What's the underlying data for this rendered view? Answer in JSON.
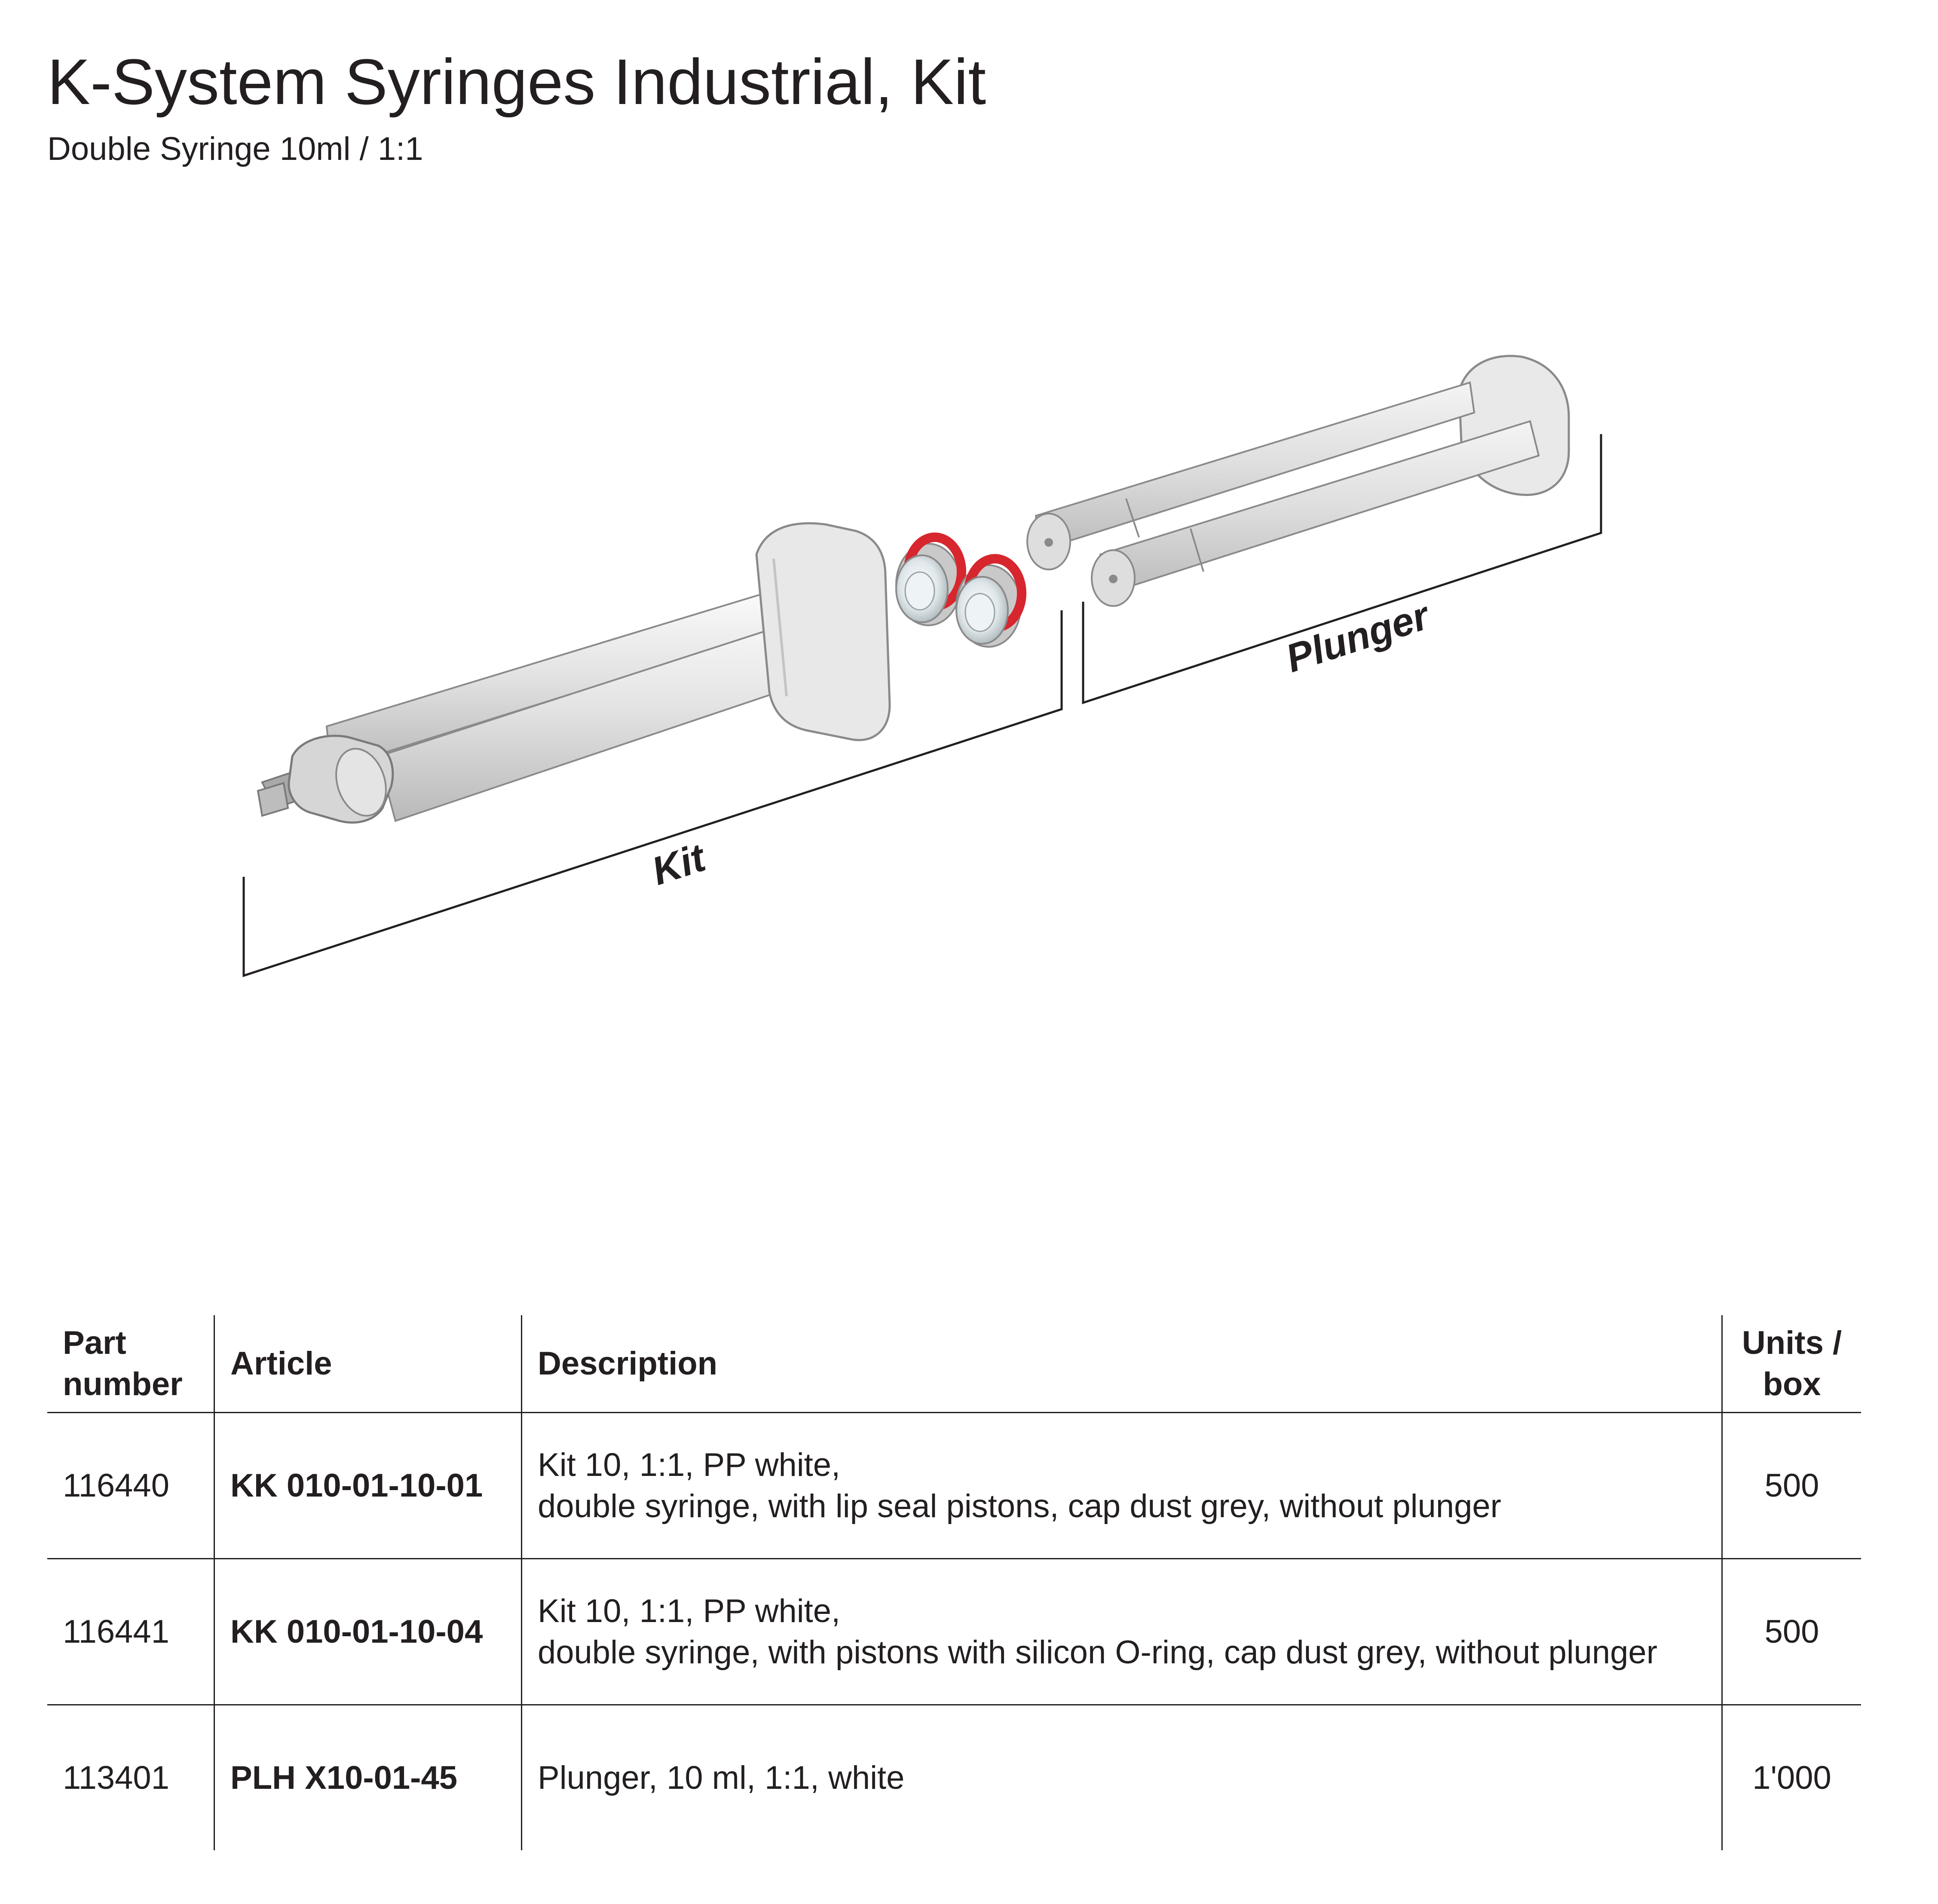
{
  "header": {
    "title": "K-System Syringes Industrial, Kit",
    "subtitle": "Double Syringe 10ml / 1:1"
  },
  "figure": {
    "kit_label": "Kit",
    "plunger_label": "Plunger",
    "colors": {
      "body": "#e6e6e6",
      "shade": "#bdbdbd",
      "outline": "#8a8a8a",
      "seal": "#d7262e"
    }
  },
  "table": {
    "headers": {
      "part_line1": "Part",
      "part_line2": "number",
      "article": "Article",
      "description": "Description",
      "units_line1": "Units /",
      "units_line2": "box"
    },
    "rows": [
      {
        "part_number": "116440",
        "article": "KK 010-01-10-01",
        "description_line1": "Kit 10, 1:1, PP white,",
        "description_line2": "double syringe, with lip seal pistons,  cap dust grey, without plunger",
        "units": "500"
      },
      {
        "part_number": "116441",
        "article": "KK 010-01-10-04",
        "description_line1": "Kit 10, 1:1, PP white,",
        "description_line2": "double syringe, with pistons with silicon O-ring,  cap dust grey, without plunger",
        "units": "500"
      },
      {
        "part_number": "113401",
        "article": "PLH X10-01-45",
        "description_line1": "Plunger, 10 ml, 1:1, white",
        "description_line2": "",
        "units": "1'000"
      }
    ]
  }
}
